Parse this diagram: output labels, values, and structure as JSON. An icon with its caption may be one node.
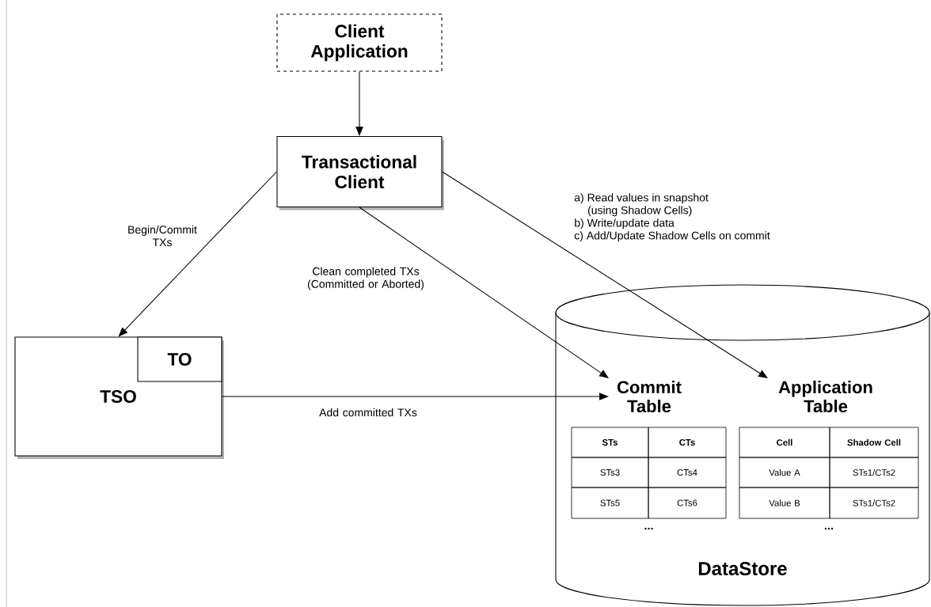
{
  "diagram": {
    "nodes": [
      {
        "text": [
          "Client Application"
        ]
      },
      {
        "text": [
          "Transactional Client"
        ]
      },
      {
        "text": [
          "TSO"
        ]
      },
      {
        "text": [
          "TO"
        ],
        "in": 2
      },
      {
        "text": [
          "DataStore"
        ]
      },
      {
        "text": [
          "Commit Table"
        ],
        "in": 4
      },
      {
        "text": [
          "Application Table"
        ],
        "in": 4
      }
    ],
    "edges": [
      {
        "from": 0,
        "to": 1,
        "arrow": "to"
      },
      {
        "from": 1,
        "to": 2,
        "arrow": "to",
        "label": "Begin/Commit TXs"
      },
      {
        "from": 1,
        "to": 5,
        "arrow": "to",
        "label": "Clean completed TXs (Committed or Aborted)"
      },
      {
        "from": 1,
        "to": 6,
        "arrow": "to"
      },
      {
        "from": 2,
        "to": 5,
        "arrow": "to",
        "label": "Add committed TXs"
      }
    ],
    "labels": [
      "a) Read values in snapshot (using Shadow Cells)",
      "b) Write/update data",
      "c) Add/Update Shadow Cells on commit",
      "STs",
      "CTs",
      "STs3",
      "CTs4",
      "STs5",
      "CTs6",
      "...",
      "Cell",
      "Shadow Cell",
      "Value A",
      "STs1/CTs2",
      "Value B",
      "STs1/CTs2",
      "..."
    ]
  }
}
